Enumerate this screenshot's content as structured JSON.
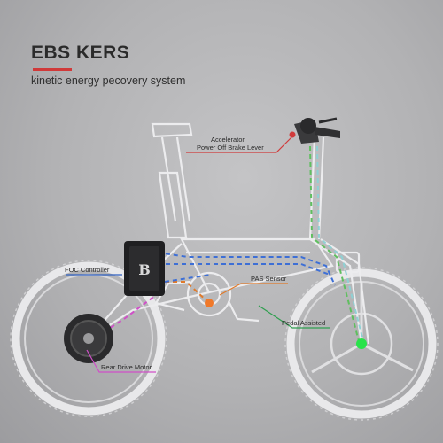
{
  "header": {
    "title": "EBS KERS",
    "subtitle": "kinetic energy pecovery system"
  },
  "labels": {
    "accelerator": "Accelerator",
    "brake_lever": "Power Off Brake Lever",
    "foc_controller": "FOC Controller",
    "pas_sensor": "PAS Sensor",
    "pedal_assisted": "Pedal Assisted",
    "rear_drive_motor": "Rear Drive Motor"
  },
  "colors": {
    "accent_red": "#d03a3a",
    "wire_blue": "#3d6fd6",
    "wire_green": "#5fbf5f",
    "wire_magenta": "#d04fc8",
    "wire_orange": "#e07a2a",
    "sensor_green": "#29e34a",
    "sensor_orange": "#f0792a"
  }
}
